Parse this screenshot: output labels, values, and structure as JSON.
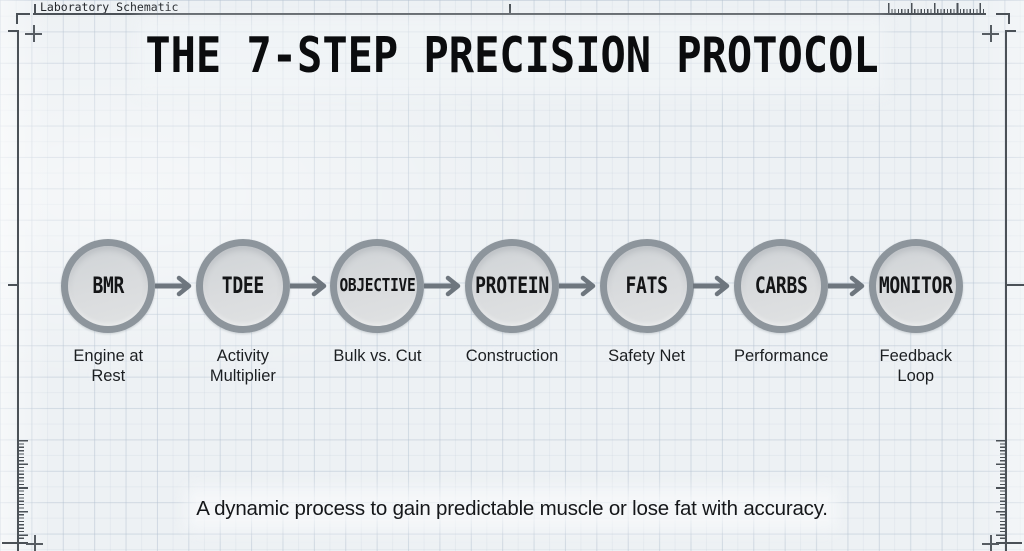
{
  "frame": {
    "label": "Laboratory Schematic"
  },
  "title": "THE 7-STEP PRECISION PROTOCOL",
  "steps": [
    {
      "name": "BMR",
      "subtitle": "Engine at\nRest"
    },
    {
      "name": "TDEE",
      "subtitle": "Activity\nMultiplier"
    },
    {
      "name": "OBJECTIVE",
      "subtitle": "Bulk vs. Cut"
    },
    {
      "name": "PROTEIN",
      "subtitle": "Construction"
    },
    {
      "name": "FATS",
      "subtitle": "Safety Net"
    },
    {
      "name": "CARBS",
      "subtitle": "Performance"
    },
    {
      "name": "MONITOR",
      "subtitle": "Feedback\nLoop"
    }
  ],
  "footer": "A dynamic process to gain predictable muscle or lose fat with accuracy.",
  "colors": {
    "background": "#edf1f4",
    "grid_line": "#b2c0cf",
    "frame_line": "#4b5157",
    "node_ring": "#8d959c",
    "node_fill": "#d8dbdd",
    "arrow": "#6e767e",
    "text": "#141517"
  }
}
